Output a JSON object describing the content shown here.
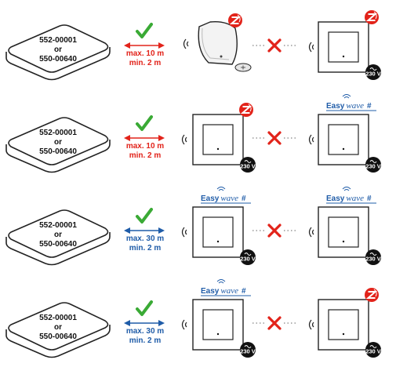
{
  "colors": {
    "check": "#3aaa35",
    "cross": "#e2231a",
    "arrow_red": "#e2231a",
    "arrow_blue": "#1f5ca8",
    "zwave": "#e2231a",
    "easywave": "#1f5ca8",
    "outline": "#222222"
  },
  "rows": [
    {
      "gateway": {
        "line1": "552-00001",
        "line2": "or",
        "line3": "550-00640"
      },
      "range": {
        "max": "max. 10 m",
        "min": "min. 2 m",
        "color": "red"
      },
      "left_device": {
        "kind": "plug-in-repeater",
        "logo": "zwave",
        "power": ""
      },
      "right_device": {
        "kind": "wall-switch",
        "logo": "zwave",
        "power": "230 V"
      }
    },
    {
      "gateway": {
        "line1": "552-00001",
        "line2": "or",
        "line3": "550-00640"
      },
      "range": {
        "max": "max. 10 m",
        "min": "min. 2 m",
        "color": "red"
      },
      "left_device": {
        "kind": "wall-switch",
        "logo": "zwave",
        "power": "230 V"
      },
      "right_device": {
        "kind": "wall-switch",
        "logo": "easywave",
        "power": "230 V"
      }
    },
    {
      "gateway": {
        "line1": "552-00001",
        "line2": "or",
        "line3": "550-00640"
      },
      "range": {
        "max": "max. 30 m",
        "min": "min. 2 m",
        "color": "blue"
      },
      "left_device": {
        "kind": "wall-switch",
        "logo": "easywave",
        "power": "230 V"
      },
      "right_device": {
        "kind": "wall-switch",
        "logo": "easywave",
        "power": "230 V"
      }
    },
    {
      "gateway": {
        "line1": "552-00001",
        "line2": "or",
        "line3": "550-00640"
      },
      "range": {
        "max": "max. 30 m",
        "min": "min. 2 m",
        "color": "blue"
      },
      "left_device": {
        "kind": "wall-switch",
        "logo": "easywave",
        "power": "230 V"
      },
      "right_device": {
        "kind": "wall-switch",
        "logo": "zwave",
        "power": "230 V"
      }
    }
  ],
  "logos": {
    "easywave_part1": "Easy",
    "easywave_part2": "wave",
    "easywave_hash": "#",
    "zwave_letter": "Z"
  }
}
